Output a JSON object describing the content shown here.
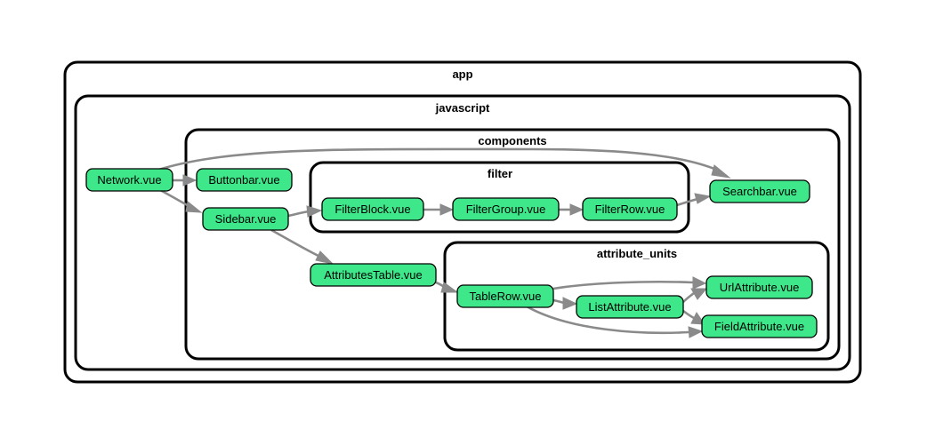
{
  "clusters": {
    "app": "app",
    "javascript": "javascript",
    "components": "components",
    "filter": "filter",
    "attribute_units": "attribute_units"
  },
  "nodes": {
    "network": "Network.vue",
    "buttonbar": "Buttonbar.vue",
    "sidebar": "Sidebar.vue",
    "filterblock": "FilterBlock.vue",
    "filtergroup": "FilterGroup.vue",
    "filterrow": "FilterRow.vue",
    "searchbar": "Searchbar.vue",
    "attributestable": "AttributesTable.vue",
    "tablerow": "TableRow.vue",
    "listattribute": "ListAttribute.vue",
    "urlattribute": "UrlAttribute.vue",
    "fieldattribute": "FieldAttribute.vue"
  },
  "edges": [
    {
      "from": "network",
      "to": "buttonbar"
    },
    {
      "from": "network",
      "to": "sidebar"
    },
    {
      "from": "network",
      "to": "searchbar"
    },
    {
      "from": "sidebar",
      "to": "filterblock"
    },
    {
      "from": "sidebar",
      "to": "attributestable"
    },
    {
      "from": "filterblock",
      "to": "filtergroup"
    },
    {
      "from": "filtergroup",
      "to": "filterrow"
    },
    {
      "from": "filterrow",
      "to": "searchbar"
    },
    {
      "from": "attributestable",
      "to": "tablerow"
    },
    {
      "from": "tablerow",
      "to": "urlattribute"
    },
    {
      "from": "tablerow",
      "to": "listattribute"
    },
    {
      "from": "tablerow",
      "to": "fieldattribute"
    },
    {
      "from": "listattribute",
      "to": "urlattribute"
    },
    {
      "from": "listattribute",
      "to": "fieldattribute"
    }
  ],
  "colors": {
    "node_fill": "#3ee88a",
    "edge": "#8a8a8a",
    "border": "#000000"
  }
}
